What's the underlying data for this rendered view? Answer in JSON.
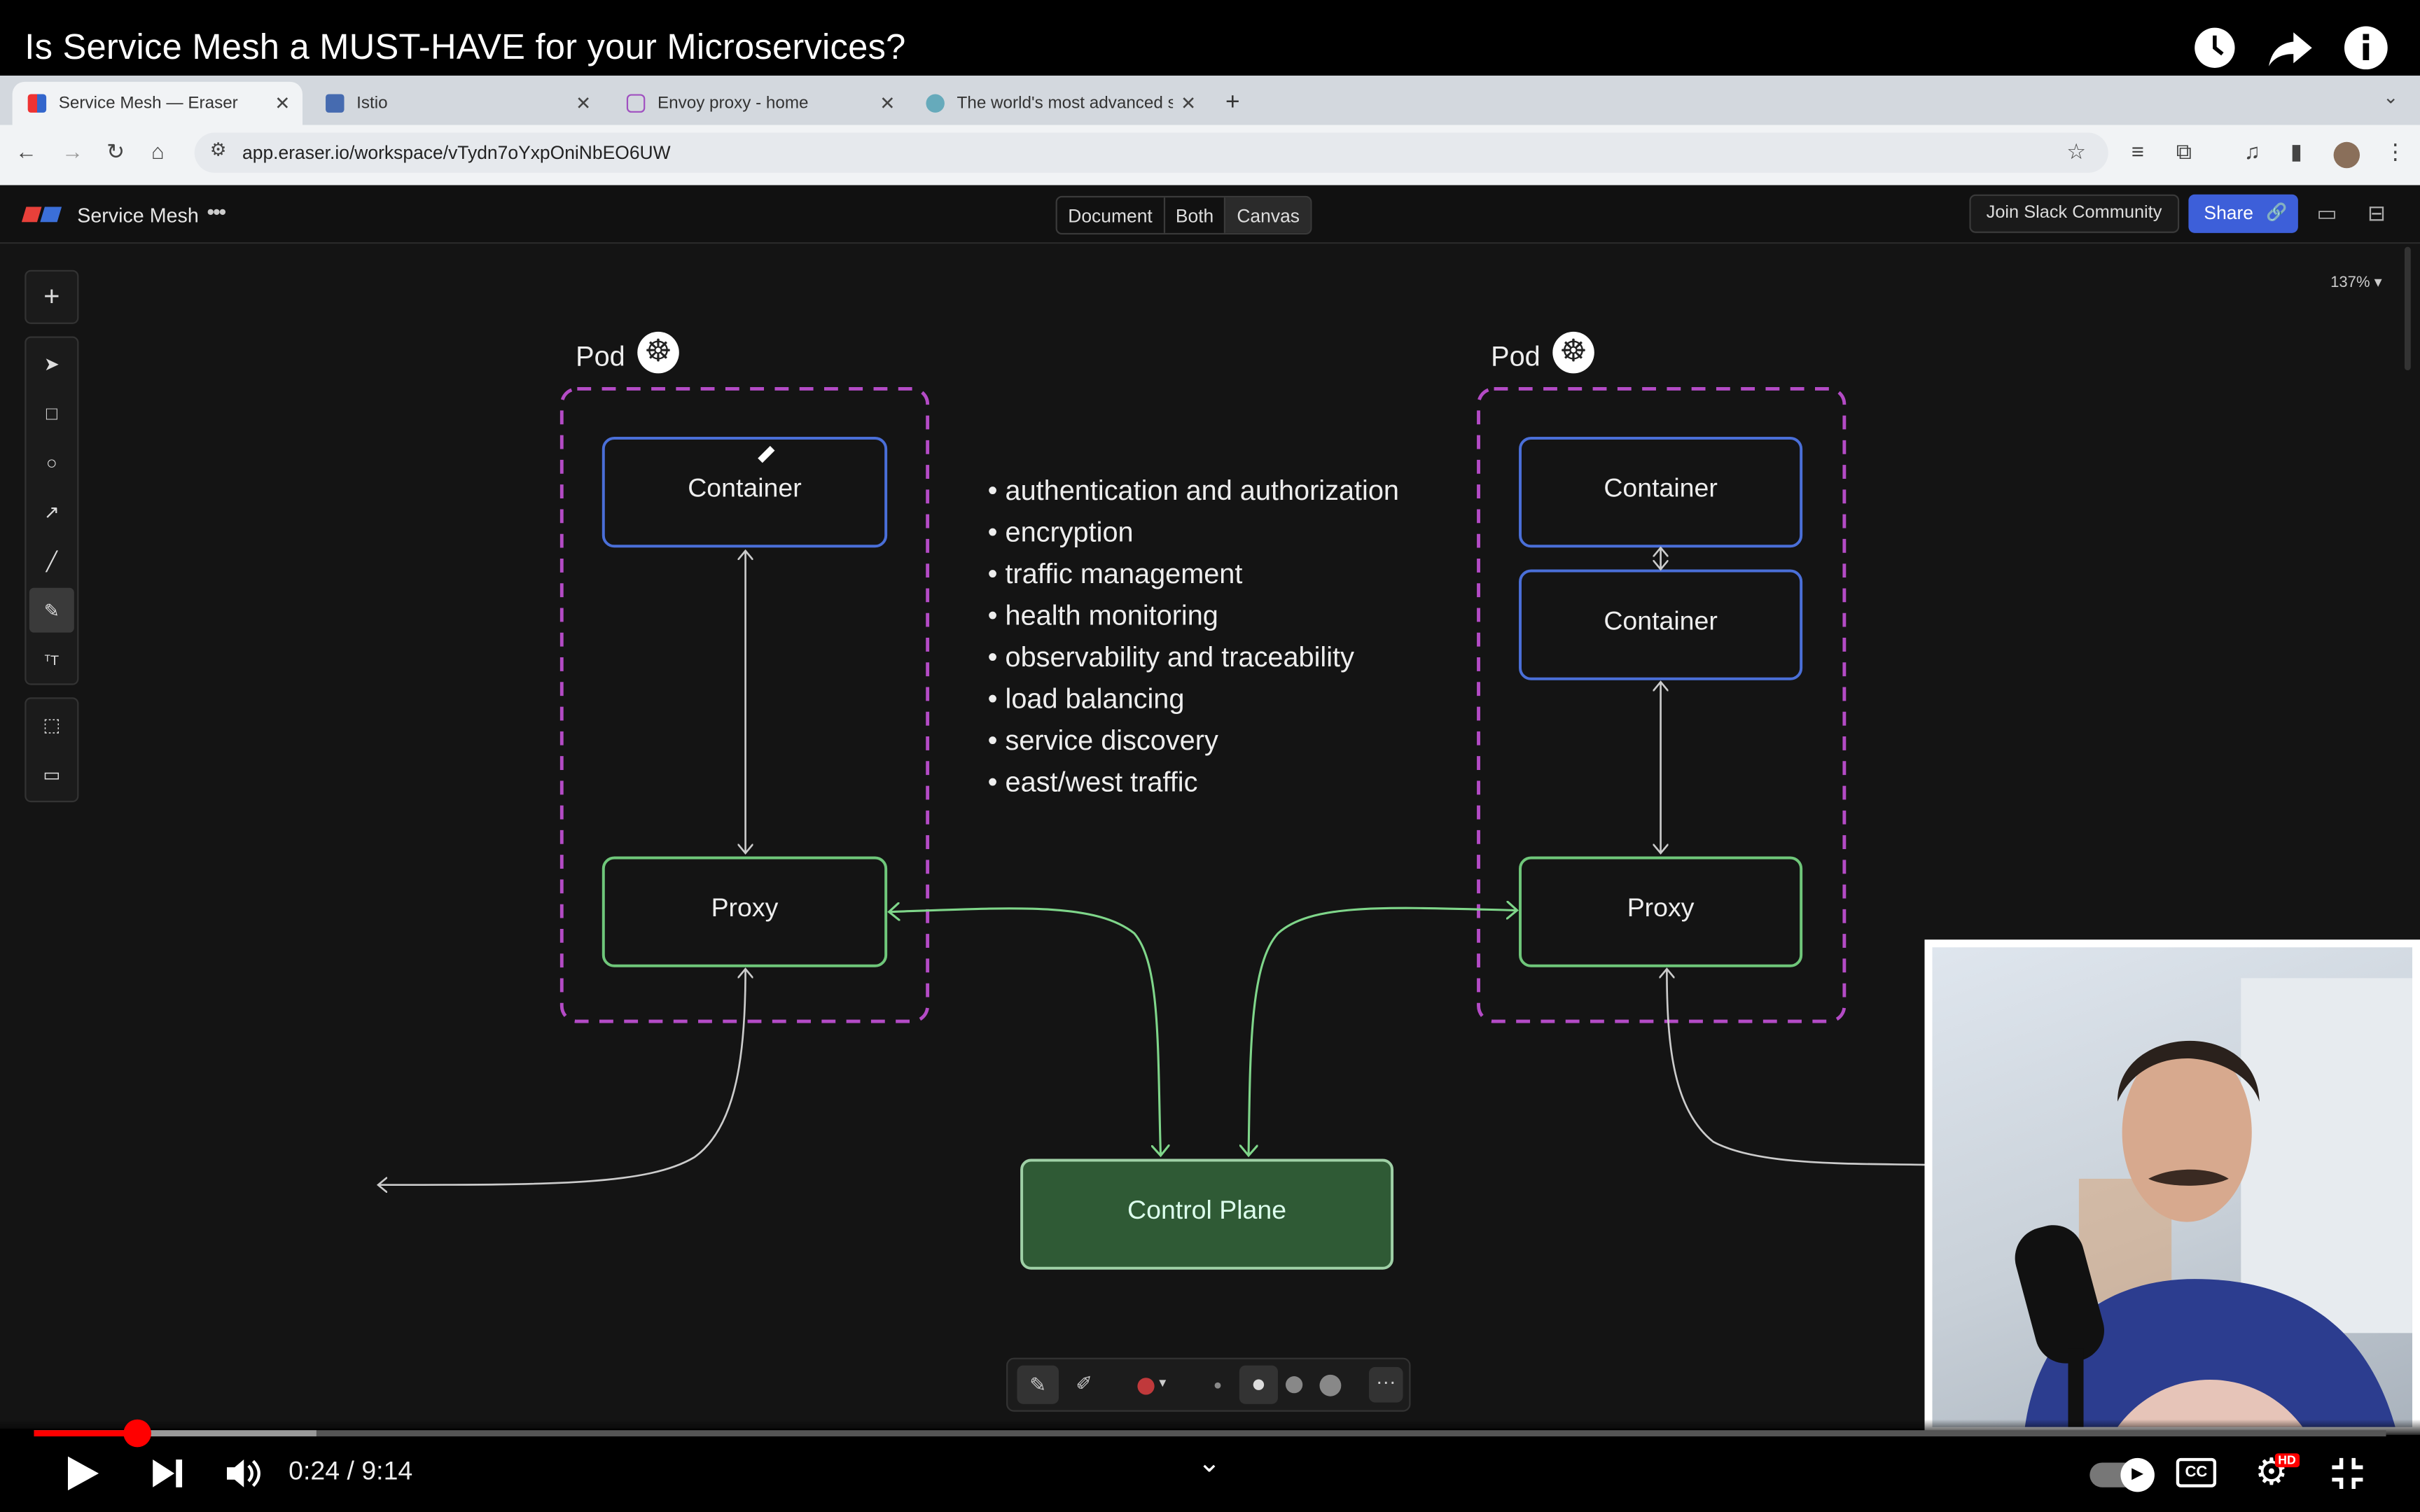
{
  "video": {
    "title": "Is Service Mesh a MUST-HAVE for your Microservices?",
    "time_current": "0:24",
    "time_sep": " / ",
    "time_total": "9:14",
    "progress": 0.044,
    "buffered": 0.12
  },
  "browser": {
    "tabs": [
      {
        "title": "Service Mesh — Eraser",
        "active": true
      },
      {
        "title": "Istio",
        "active": false
      },
      {
        "title": "Envoy proxy - home",
        "active": false
      },
      {
        "title": "The world's most advanced s",
        "active": false
      }
    ],
    "new_tab": "+",
    "url": "app.eraser.io/workspace/vTydn7oYxpOniNbEO6UW"
  },
  "app": {
    "name": "Service Mesh",
    "more": "•••",
    "view_modes": [
      "Document",
      "Both",
      "Canvas"
    ],
    "selected_view": "Canvas",
    "join_slack": "Join Slack Community",
    "share": "Share",
    "zoom": "137% ▾"
  },
  "diagram": {
    "pod_label": "Pod",
    "left_container": "Container",
    "right_container_top": "Container",
    "right_container_bottom": "Container",
    "left_proxy": "Proxy",
    "right_proxy": "Proxy",
    "control_plane": "Control Plane",
    "features": [
      "• authentication and authorization",
      "• encryption",
      "• traffic management",
      "• health monitoring",
      "• observability and traceability",
      "• load balancing",
      "• service discovery",
      "• east/west traffic"
    ]
  },
  "colors": {
    "pod_border": "#b44bc6",
    "container_border": "#4a6fd8",
    "proxy_border": "#6fc77a",
    "control_plane_fill": "#2f5a35",
    "accent_red": "#ff0000"
  }
}
